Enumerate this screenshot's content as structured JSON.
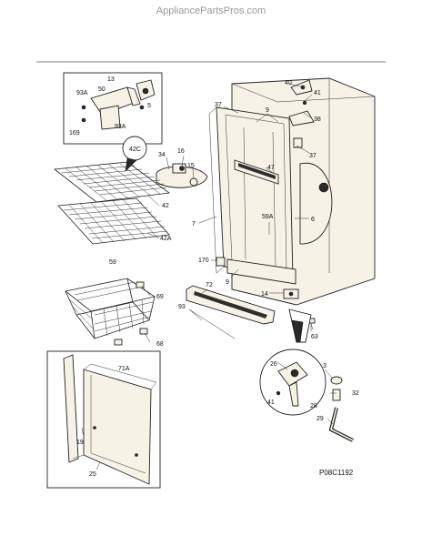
{
  "header": {
    "watermark": "AppliancePartsPros.com"
  },
  "diagram_code": "P08C1192",
  "callouts": [
    "40",
    "41",
    "38",
    "37",
    "9",
    "37",
    "34",
    "16",
    "15",
    "47",
    "6",
    "7",
    "59A",
    "170",
    "9",
    "72",
    "14",
    "63",
    "42C",
    "42",
    "42A",
    "13",
    "93A",
    "50",
    "5",
    "93A",
    "169",
    "59",
    "69",
    "68",
    "93",
    "71A",
    "19",
    "25",
    "26",
    "3",
    "41",
    "28",
    "32",
    "29"
  ],
  "colors": {
    "line": "#222222",
    "part_fill": "#f6f2e6",
    "header_text": "#9a9a9a"
  }
}
